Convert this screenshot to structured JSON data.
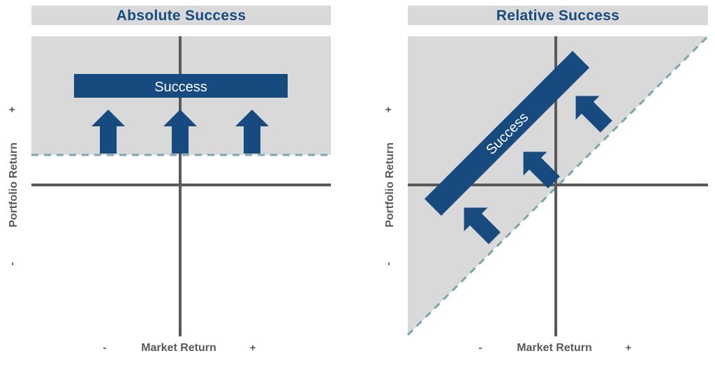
{
  "colors": {
    "navy": "#174a7e",
    "shade": "#d9d9d9",
    "axis": "#595959",
    "dashed": "#7aa6ad",
    "label_text": "#595959",
    "bar_text": "#ffffff"
  },
  "panels": [
    {
      "id": "absolute",
      "title": "Absolute Success",
      "bar_label": "Success",
      "x_axis": {
        "label": "Market Return",
        "minus": "-",
        "plus": "+"
      },
      "y_axis": {
        "label": "Portfolio Return",
        "minus": "-",
        "plus": "+"
      },
      "threshold": "horizontal dashed line above zero (fixed absolute return target)",
      "arrow_direction": "up",
      "arrow_count": 3
    },
    {
      "id": "relative",
      "title": "Relative Success",
      "bar_label": "Success",
      "x_axis": {
        "label": "Market Return",
        "minus": "-",
        "plus": "+"
      },
      "y_axis": {
        "label": "Portfolio Return",
        "minus": "-",
        "plus": "+"
      },
      "threshold": "diagonal dashed line (portfolio return = market return)",
      "arrow_direction": "up-left",
      "arrow_count": 3
    }
  ]
}
